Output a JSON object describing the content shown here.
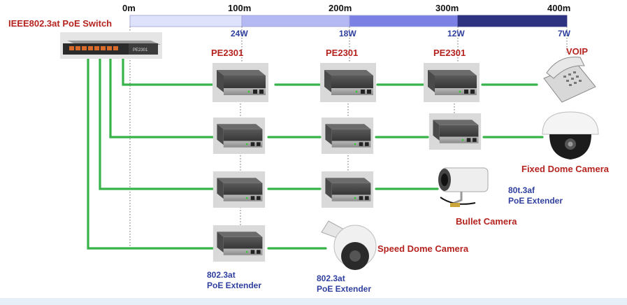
{
  "switch": {
    "label": "IEEE802.3at  PoE Switch",
    "badge": "PE2301"
  },
  "distance_scale": {
    "marks": [
      "0m",
      "100m",
      "200m",
      "300m",
      "400m"
    ],
    "segment_colors": [
      "#dfe2fb",
      "#b5b9f3",
      "#7b80e4",
      "#2d3380"
    ]
  },
  "power_levels": [
    "24W",
    "18W",
    "12W",
    "7W"
  ],
  "extender_labels": [
    "PE2301",
    "PE2301",
    "PE2301"
  ],
  "devices": {
    "voip": "VOIP",
    "fixed_dome": "Fixed Dome Camera",
    "bullet": "Bullet Camera",
    "speed_dome": "Speed Dome Camera"
  },
  "extender_notes": {
    "af_line1": "80t.3af",
    "af_line2": "PoE Extender",
    "at1_line1": "802.3at",
    "at1_line2": "PoE Extender",
    "at2_line1": "802.3at",
    "at2_line2": "PoE Extender"
  },
  "colors": {
    "cable": "#38b34a",
    "label_red": "#b5231f",
    "label_blue": "#2e3f9e"
  }
}
